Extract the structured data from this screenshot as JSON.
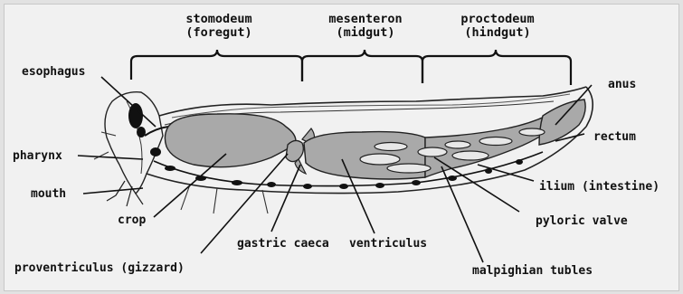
{
  "diagram": {
    "regions": [
      {
        "id": "foregut",
        "name": "stomodeum",
        "alt": "(foregut)"
      },
      {
        "id": "midgut",
        "name": "mesenteron",
        "alt": "(midgut)"
      },
      {
        "id": "hindgut",
        "name": "proctodeum",
        "alt": "(hindgut)"
      }
    ],
    "labels": {
      "esophagus": "esophagus",
      "pharynx": "pharynx",
      "mouth": "mouth",
      "crop": "crop",
      "proventriculus": "proventriculus (gizzard)",
      "gastric_caeca": "gastric caeca",
      "ventriculus": "ventriculus",
      "malpighian": "malpighian tubles",
      "pyloric": "pyloric valve",
      "ilium": "ilium (intestine)",
      "rectum": "rectum",
      "anus": "anus"
    },
    "colors": {
      "organ_fill": "#a9a9a9",
      "ink": "#111111",
      "background": "#f1f1f1"
    }
  }
}
